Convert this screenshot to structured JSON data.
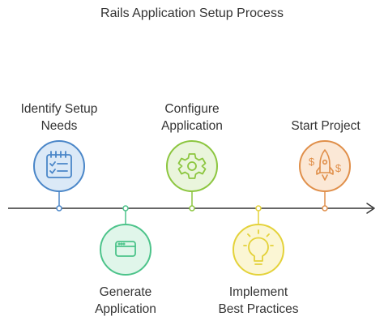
{
  "title": "Rails Application Setup Process",
  "steps": [
    {
      "line1": "Identify Setup",
      "line2": "Needs",
      "icon": "checklist-icon",
      "color": "#4a86c8",
      "fill": "#dbe9f7"
    },
    {
      "line1": "Generate",
      "line2": "Application",
      "icon": "browser-window-icon",
      "color": "#4cc38a",
      "fill": "#e0f6ea"
    },
    {
      "line1": "Configure",
      "line2": "Application",
      "icon": "gear-icon",
      "color": "#8cc63f",
      "fill": "#eaf5dc"
    },
    {
      "line1": "Implement",
      "line2": "Best Practices",
      "icon": "lightbulb-icon",
      "color": "#e4d23a",
      "fill": "#fbf6d4"
    },
    {
      "line1": "Start Project",
      "line2": "",
      "icon": "rocket-dollar-icon",
      "color": "#e08f4a",
      "fill": "#fbe8d6"
    }
  ],
  "timeline_color": "#333333"
}
